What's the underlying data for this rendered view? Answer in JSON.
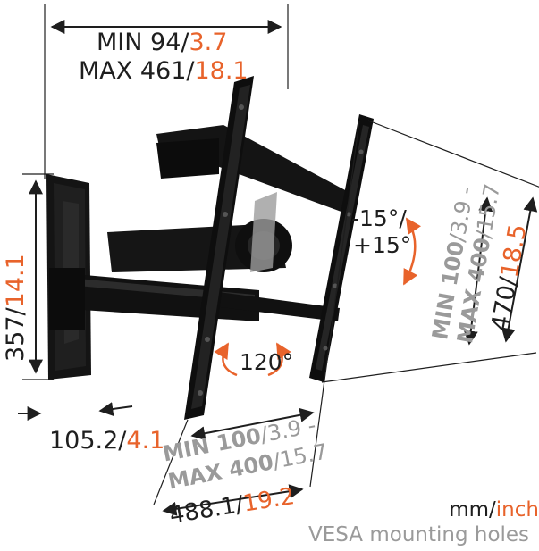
{
  "colors": {
    "accent": "#e8632b",
    "text": "#1e1e1e",
    "vesa_grey": "#9a9a9a",
    "metal": "#111111"
  },
  "width_dim": {
    "min_mm": "MIN 94/",
    "min_in": "3.7",
    "max_mm": "MAX 461/",
    "max_in": "18.1"
  },
  "height_dim": {
    "mm": "357/",
    "in": "14.1"
  },
  "depth_dim": {
    "mm": "105.2/",
    "in": "4.1"
  },
  "arm_dim": {
    "mm": "488.1/",
    "in": "19.2"
  },
  "tilt": {
    "line1": "-15°/",
    "line2": "+15°"
  },
  "swivel": {
    "label": "120°"
  },
  "vesa_right": {
    "min_bold": "MIN 100",
    "min_rest": "/3.9 -",
    "max_bold": "MAX 400",
    "max_rest": "/15.7"
  },
  "vesa_bottom": {
    "min_bold": "MIN 100",
    "min_rest": "/3.9 -",
    "max_bold": "MAX 400",
    "max_rest": "/15.7"
  },
  "plate_height": {
    "mm": "470/",
    "in": "18.5"
  },
  "legend": {
    "units_mm": "mm/",
    "units_in": "inch",
    "vesa_note": "VESA mounting holes"
  }
}
